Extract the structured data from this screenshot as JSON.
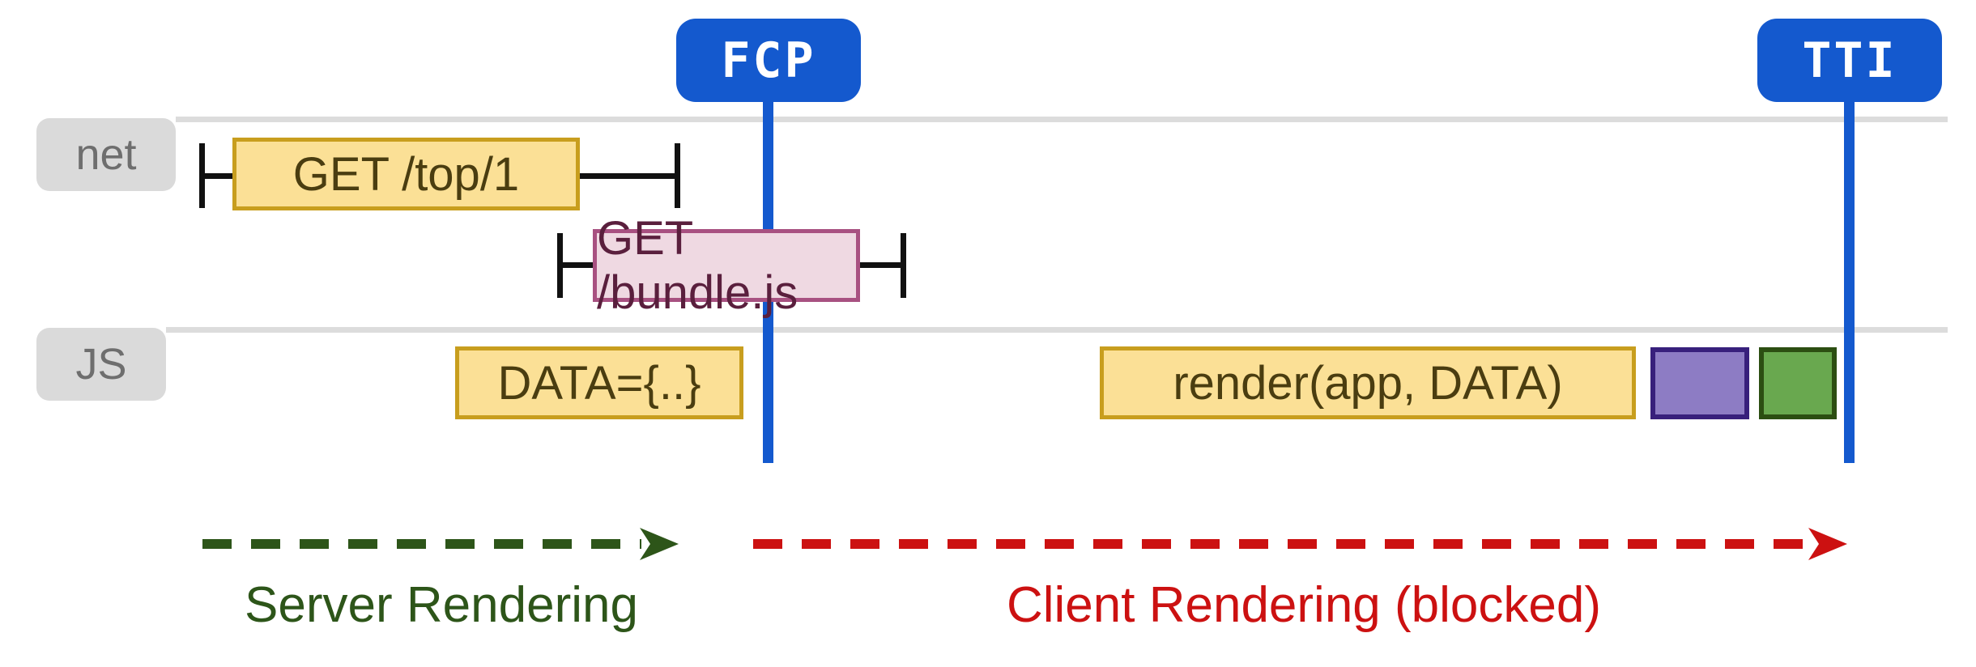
{
  "diagram": {
    "markers": {
      "fcp": "FCP",
      "tti": "TTI"
    },
    "lanes": {
      "net": "net",
      "js": "JS"
    },
    "net_requests": [
      {
        "label": "GET /top/1"
      },
      {
        "label": "GET /bundle.js"
      }
    ],
    "js_tasks": [
      {
        "label": "DATA={..}"
      },
      {
        "label": "render(app, DATA)"
      }
    ],
    "phases": {
      "server": {
        "label": "Server Rendering",
        "color": "#2d5519"
      },
      "client": {
        "label": "Client Rendering (blocked)",
        "color": "#cc1111"
      }
    },
    "colors": {
      "marker_blue": "#1459ce",
      "lane_line_gray": "#dcdcdc",
      "lane_label_bg": "#dadada",
      "lane_label_text": "#6e6e6e",
      "task_yellow_bg": "#fbe096",
      "task_yellow_border": "#c89e1e",
      "task_yellow_text": "#4a3d10",
      "request_pink_bg": "#efd9e2",
      "request_pink_border": "#a85181",
      "request_pink_text": "#5a1f3d",
      "task_purple_bg": "#8d7cc4",
      "task_purple_border": "#38207c",
      "task_green_bg": "#69a84f",
      "task_green_border": "#2c4e12",
      "whisker_black": "#111111"
    }
  }
}
